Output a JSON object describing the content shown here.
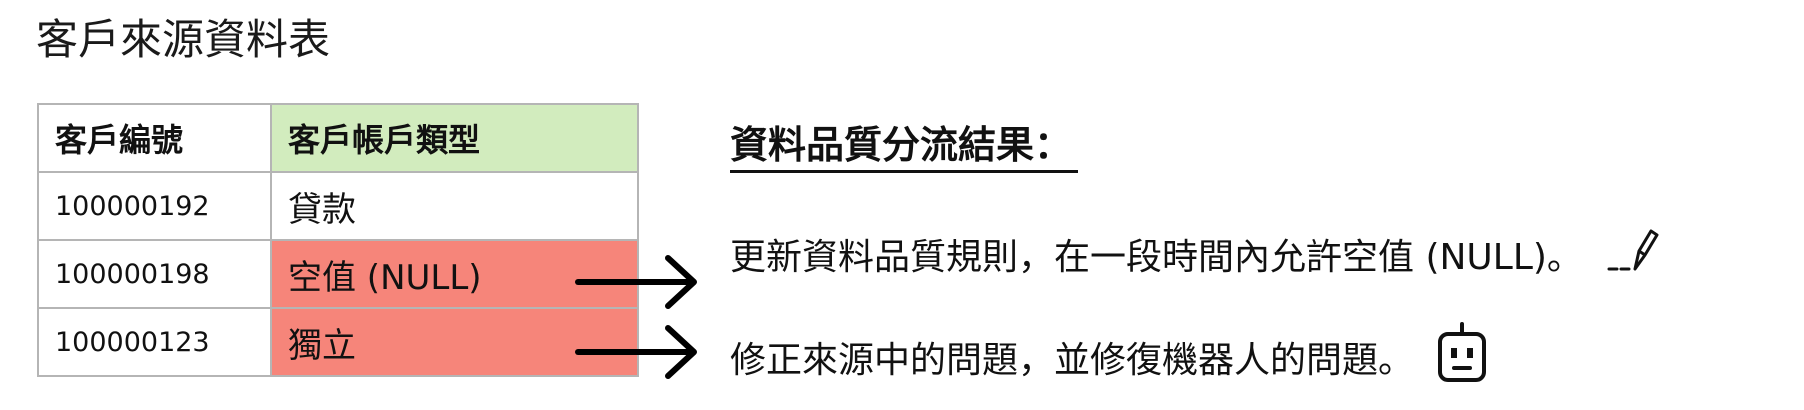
{
  "title": "客戶來源資料表",
  "table": {
    "headers": [
      "客戶編號",
      "客戶帳戶類型"
    ],
    "rows": [
      {
        "id": "100000192",
        "type": "貸款",
        "flagged": false
      },
      {
        "id": "100000198",
        "type": "空值 (NULL)",
        "flagged": true
      },
      {
        "id": "100000123",
        "type": "獨立",
        "flagged": true
      }
    ]
  },
  "result": {
    "title": "資料品質分流結果：",
    "line1": "更新資料品質規則，在一段時間內允許空值 (NULL)。",
    "line2": "修正來源中的問題，並修復機器人的問題。"
  },
  "icons": {
    "line1_icon": "pencil-icon",
    "line2_icon": "robot-icon",
    "arrow": "arrow-right-icon"
  },
  "colors": {
    "header_highlight": "#d2ecbe",
    "flagged_cell": "#f6857a",
    "border": "#b5b5b5"
  }
}
